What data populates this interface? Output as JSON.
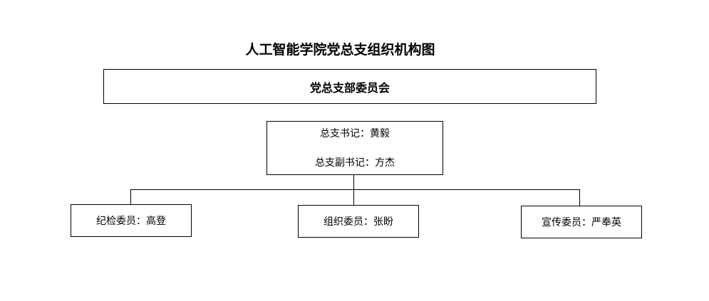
{
  "title": "人工智能学院党总支组织机构图",
  "committee": {
    "label": "党总支部委员会"
  },
  "secretaries": {
    "secretary": "总支书记：黄毅",
    "deputy_secretary": "总支副书记：方杰"
  },
  "members": [
    {
      "label": "纪检委员：高登"
    },
    {
      "label": "组织委员：张盼"
    },
    {
      "label": "宣传委员：严奉英"
    }
  ]
}
